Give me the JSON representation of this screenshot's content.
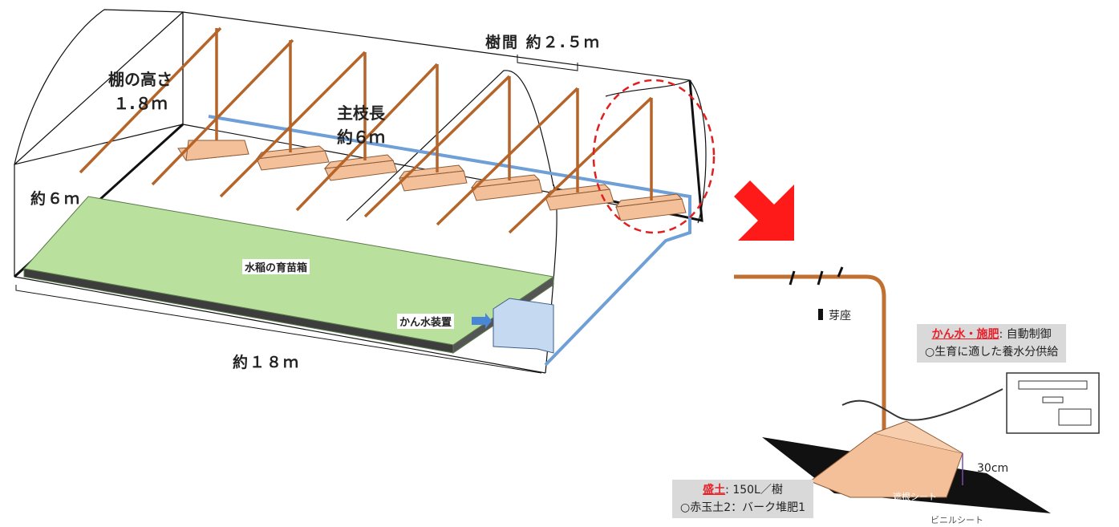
{
  "labels": {
    "trellis_height_line1": "棚の高さ",
    "trellis_height_line2": "１.８ｍ",
    "tree_spacing": "樹間 約２.５ｍ",
    "main_branch_line1": "主枝長",
    "main_branch_line2": "約６ｍ",
    "width": "約６ｍ",
    "length": "約１８ｍ",
    "seedling_box": "水稲の育苗箱",
    "irrigation_device": "かん水装置",
    "bud": "芽座",
    "irrigation_title_red": "かん水・施肥",
    "irrigation_title_rest": ": 自動制御",
    "irrigation_note": "○生育に適した養水分供給",
    "mound_title_red": "盛土",
    "mound_title_rest": ": 150L／樹",
    "mound_note": "○赤玉土2：バーク堆肥1",
    "height_30": "30cm",
    "root_sheet": "遮根シート",
    "vinyl_sheet": "ビニルシート"
  },
  "colors": {
    "mound": "#f4c09a",
    "branch": "#b5652a",
    "pipe": "#6e9fd6",
    "tray": "#a8d88a",
    "arrow": "#ff1a1a",
    "circle": "#e02020"
  }
}
